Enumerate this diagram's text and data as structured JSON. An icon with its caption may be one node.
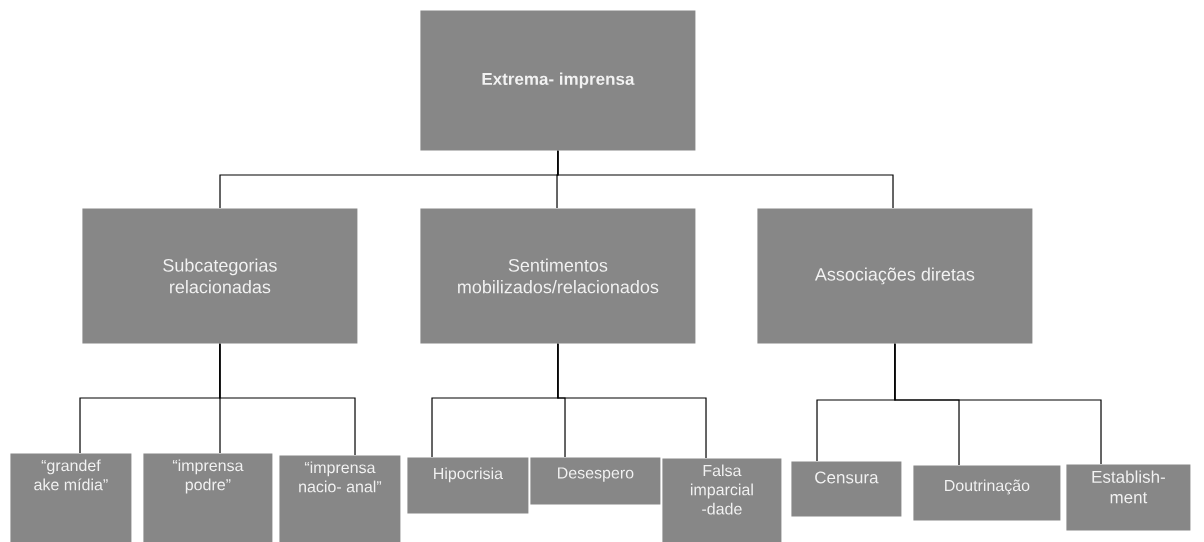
{
  "diagram": {
    "nodes": [
      {
        "text": [
          "Extrema- imprensa"
        ]
      },
      {
        "text": [
          "Subcategorias relacionadas"
        ]
      },
      {
        "text": [
          "Sentimentos mobilizados/relacionados"
        ]
      },
      {
        "text": [
          "Associações diretas"
        ]
      },
      {
        "text": [
          "“grandef ake mídia”"
        ]
      },
      {
        "text": [
          "“imprensa podre”"
        ]
      },
      {
        "text": [
          "“imprensa nacio- anal”"
        ]
      },
      {
        "text": [
          "Hipocrisia"
        ]
      },
      {
        "text": [
          "Desespero"
        ]
      },
      {
        "text": [
          "Falsa imparcial -dade"
        ]
      },
      {
        "text": [
          "Censura"
        ]
      },
      {
        "text": [
          "Doutrinação"
        ]
      },
      {
        "text": [
          "Establish- ment"
        ]
      }
    ],
    "edges": [
      {
        "from": 0,
        "to": 1,
        "arrow": "none"
      },
      {
        "from": 0,
        "to": 2,
        "arrow": "none"
      },
      {
        "from": 0,
        "to": 3,
        "arrow": "none"
      },
      {
        "from": 1,
        "to": 4,
        "arrow": "none"
      },
      {
        "from": 1,
        "to": 5,
        "arrow": "none"
      },
      {
        "from": 1,
        "to": 6,
        "arrow": "none"
      },
      {
        "from": 2,
        "to": 7,
        "arrow": "none"
      },
      {
        "from": 2,
        "to": 8,
        "arrow": "none"
      },
      {
        "from": 2,
        "to": 9,
        "arrow": "none"
      },
      {
        "from": 3,
        "to": 10,
        "arrow": "none"
      },
      {
        "from": 3,
        "to": 11,
        "arrow": "none"
      },
      {
        "from": 3,
        "to": 12,
        "arrow": "none"
      }
    ]
  }
}
